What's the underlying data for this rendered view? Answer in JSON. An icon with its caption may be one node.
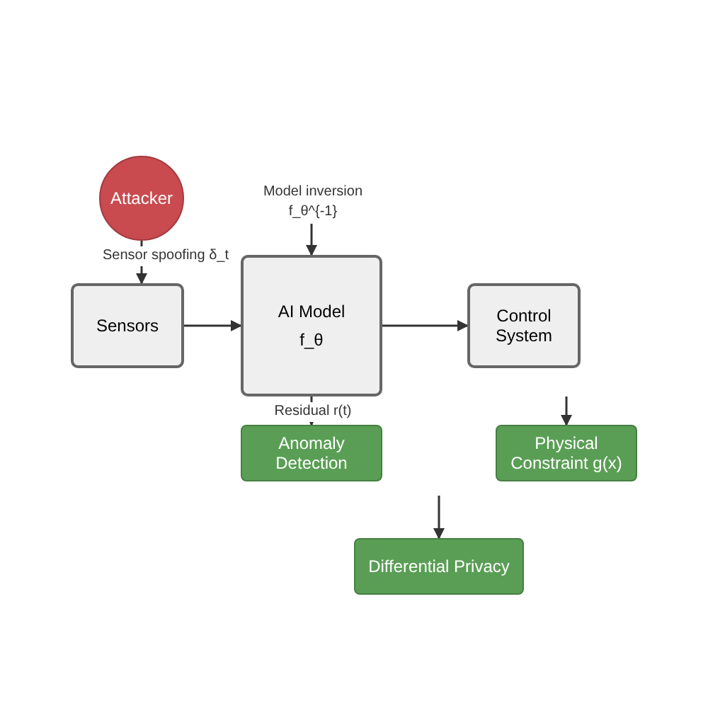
{
  "diagram": {
    "nodes": [
      {
        "text": [
          "Attacker"
        ]
      },
      {
        "text": [
          "Sensors"
        ]
      },
      {
        "text": [
          "AI Model",
          "f_θ"
        ]
      },
      {
        "text": [
          "Control System"
        ]
      },
      {
        "text": [
          "Anomaly Detection"
        ]
      },
      {
        "text": [
          "Physical Constraint g(x)"
        ]
      },
      {
        "text": [
          "Differential Privacy"
        ]
      }
    ],
    "edges": [
      {
        "from": 0,
        "to": 1,
        "arrow": "to",
        "label": "Sensor spoofing δ_t"
      },
      {
        "from": null,
        "to": 2,
        "arrow": "to",
        "label": "Model inversion f_θ^{-1}"
      },
      {
        "from": 1,
        "to": 2,
        "arrow": "to"
      },
      {
        "from": 2,
        "to": 3,
        "arrow": "to"
      },
      {
        "from": 2,
        "to": 4,
        "arrow": "to",
        "label": "Residual r(t)"
      },
      {
        "from": null,
        "to": 5,
        "arrow": "to"
      },
      {
        "from": null,
        "to": 6,
        "arrow": "to"
      }
    ]
  }
}
